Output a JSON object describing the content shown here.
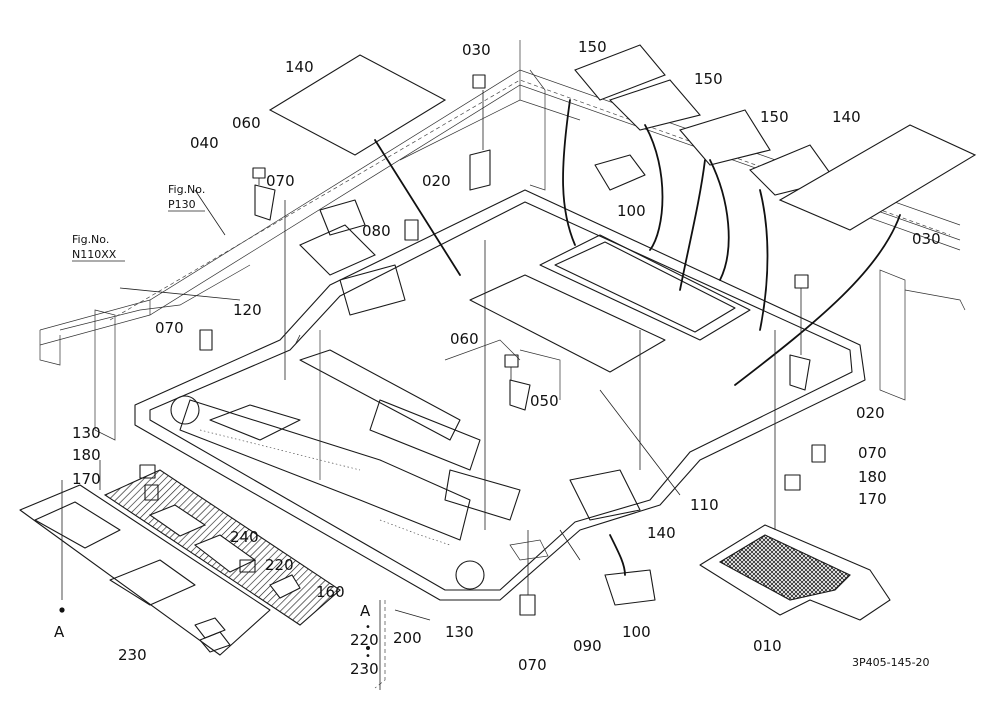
{
  "diagram": {
    "drawing_code": "3P405-145-20",
    "fig_refs": [
      {
        "line1": "Fig.No.",
        "line2": "P130"
      },
      {
        "line1": "Fig.No.",
        "line2": "N110XX"
      }
    ],
    "part_labels": {
      "p140a": "140",
      "p140b": "140",
      "p140c": "140",
      "p030a": "030",
      "p030b": "030",
      "p150a": "150",
      "p150b": "150",
      "p150c": "150",
      "p060a": "060",
      "p060b": "060",
      "p040": "040",
      "p070a": "070",
      "p070b": "070",
      "p070c": "070",
      "p070d": "070",
      "p020a": "020",
      "p020b": "020",
      "p100a": "100",
      "p100b": "100",
      "p080": "080",
      "p120": "120",
      "p050": "050",
      "p130a": "130",
      "p130b": "130",
      "p180a": "180",
      "p180b": "180",
      "p170a": "170",
      "p170b": "170",
      "p110": "110",
      "p240": "240",
      "p220": "220",
      "p160": "160",
      "p230": "230",
      "p200": "200",
      "p090": "090",
      "p010": "010"
    },
    "callout_A": "A",
    "kit": {
      "letter": "A",
      "items": [
        "220",
        "230"
      ],
      "bullet": "•"
    }
  }
}
